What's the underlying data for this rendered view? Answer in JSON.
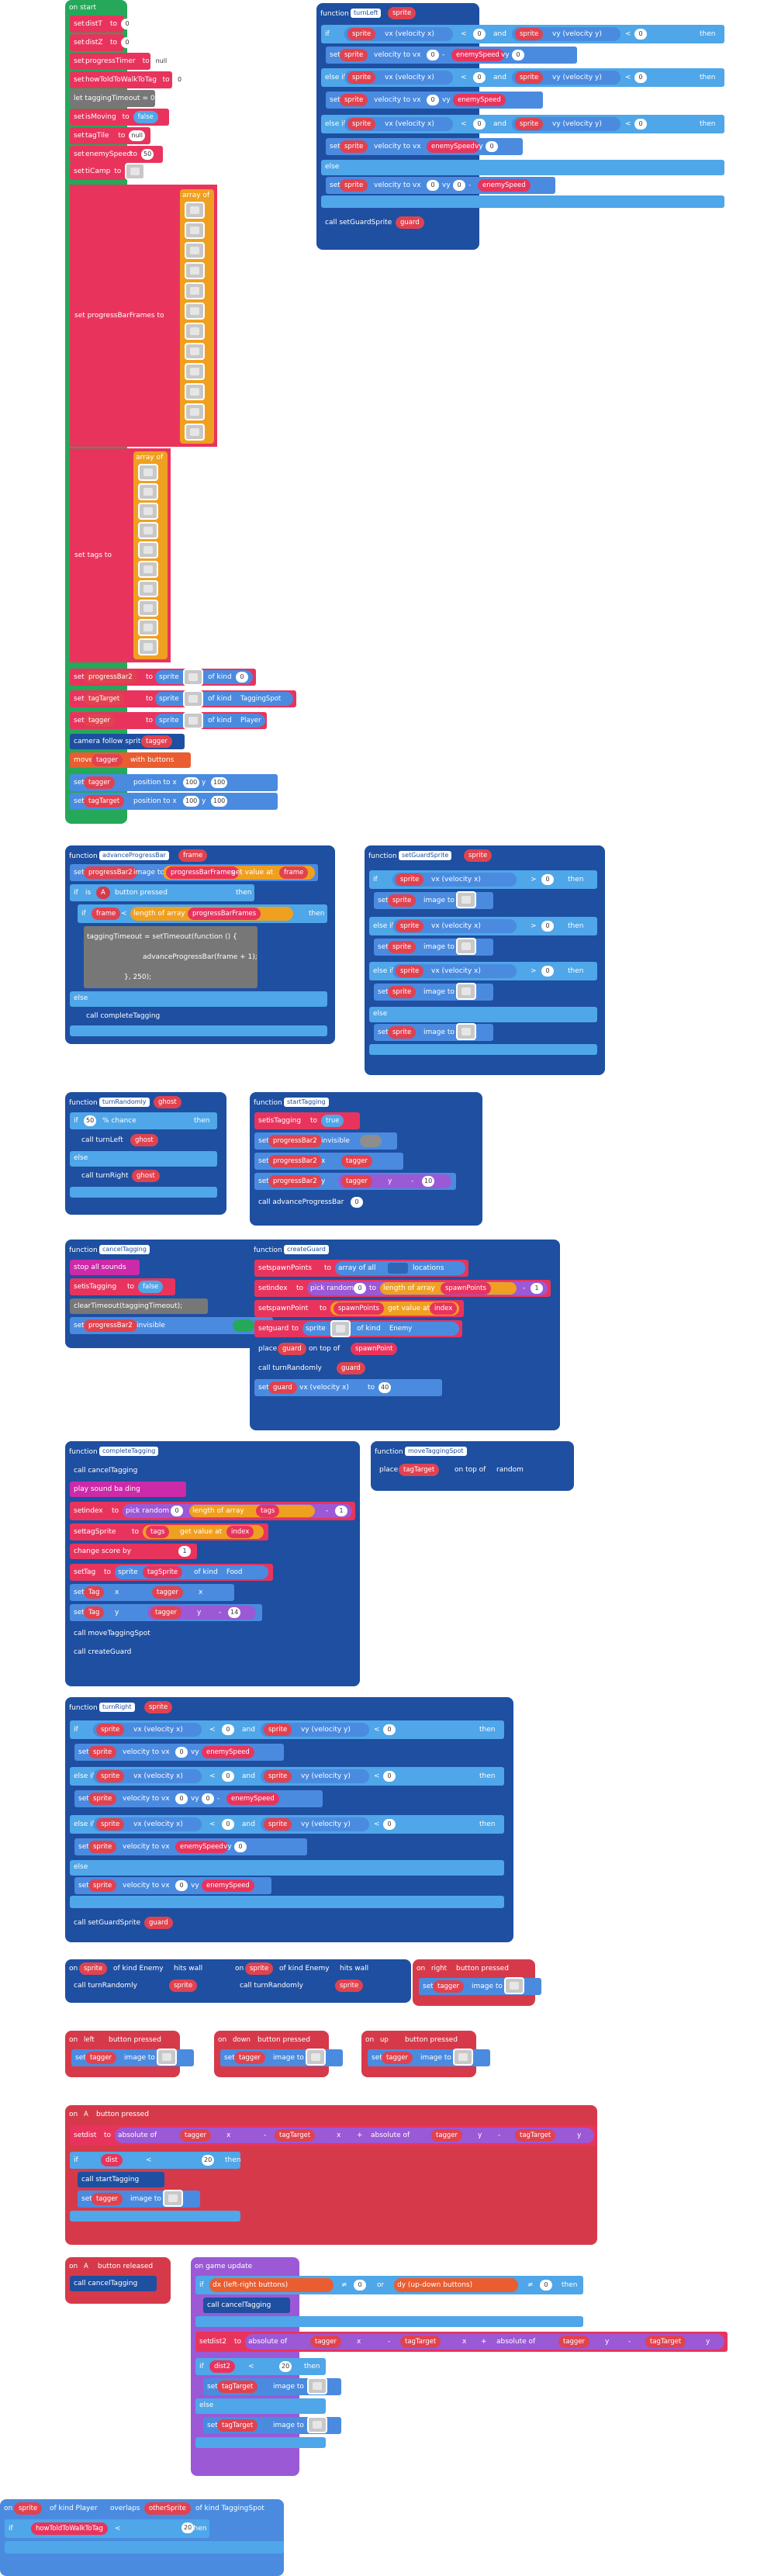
{
  "colors": {
    "loops": "#25a85a",
    "variables": "#e8345d",
    "sprites": "#4a8be0",
    "functions": "#1e4fa1",
    "logic": "#4fa6e8",
    "arrays": "#f0a020",
    "math": "#9b59d6",
    "music": "#cc2aa8",
    "controller": "#d63a4a"
  },
  "on_start": {
    "title": "on start",
    "rows": [
      {
        "set": "set",
        "var": "distT",
        "to": "to",
        "val": "0"
      },
      {
        "set": "set",
        "var": "distZ",
        "to": "to",
        "val": "0"
      },
      {
        "set": "set",
        "var": "progressTimer",
        "to": "to",
        "val": "null"
      },
      {
        "set": "set",
        "var": "howToldToWalkToTag",
        "to": "to",
        "val": "0"
      },
      {
        "text": "let taggingTimeout = 0"
      },
      {
        "set": "set",
        "var": "isMoving",
        "to": "to",
        "val": "false"
      },
      {
        "set": "set",
        "var": "tagTile",
        "to": "to",
        "val": "null"
      },
      {
        "set": "set",
        "var": "enemySpeed",
        "to": "to",
        "val": "50"
      },
      {
        "set": "set",
        "var": "tiCamp",
        "to": "to"
      }
    ],
    "progressBarFrames": {
      "label": "set  progressBarFrames  to",
      "array": "array of"
    },
    "tags": {
      "label": "set  tags  to",
      "array": "array of"
    },
    "progressBar2": {
      "set": "set",
      "var": "progressBar2",
      "to": "to",
      "sprite": "sprite",
      "ofkind": "of kind",
      "kind": "0"
    },
    "tagTarget": {
      "set": "set",
      "var": "tagTarget",
      "to": "to",
      "sprite": "sprite",
      "ofkind": "of kind",
      "kind": "TaggingSpot"
    },
    "tagger": {
      "set": "set",
      "var": "tagger",
      "to": "to",
      "sprite": "sprite",
      "ofkind": "of kind",
      "kind": "Player"
    },
    "camera": {
      "text": "camera follow sprite",
      "var": "tagger"
    },
    "move": {
      "text": "move",
      "var": "tagger",
      "with": "with buttons"
    },
    "pos1": {
      "set": "set",
      "var": "tagger",
      "text": "position to x",
      "x": "100",
      "y": "y",
      "yv": "100"
    },
    "pos2": {
      "set": "set",
      "var": "tagTarget",
      "text": "position to x",
      "x": "100",
      "y": "y",
      "yv": "100"
    }
  },
  "turnLeft": {
    "function": "function",
    "name": "turnLeft",
    "param": "sprite",
    "if": "if",
    "sprite": "sprite",
    "vx": "vx (velocity x)",
    "lt": "<",
    "zero": "0",
    "and": "and",
    "vy": "vy (velocity y)",
    "then": "then",
    "elseif": "else if",
    "else": "else",
    "setsprite": "set",
    "velocity": "velocity to vx",
    "minus": "-",
    "speed": "enemySpeed",
    "vyl": "vy",
    "call": "call setGuardSprite",
    "guard": "guard"
  },
  "advanceProgressBar": {
    "function": "function",
    "name": "advanceProgressBar",
    "param": "frame",
    "set": "set",
    "var": "progressBar2",
    "image": "image to",
    "arr": "progressBarFrames",
    "getv": "get value at",
    "idx": "frame",
    "if": "if",
    "isA": "is",
    "btn": "A",
    "pressed": "button pressed",
    "then": "then",
    "if2": "if",
    "frame": "frame",
    "lt": "<",
    "lenof": "length of array",
    "arr2": "progressBarFrames",
    "code1": "taggingTimeout = setTimeout(function () {",
    "code2": "advanceProgressBar(frame + 1);",
    "code3": "}, 250);",
    "else": "else",
    "call": "call completeTagging"
  },
  "setGuardSprite": {
    "function": "function",
    "name": "setGuardSprite",
    "param": "sprite",
    "if": "if",
    "sprite": "sprite",
    "vx": "vx (velocity x)",
    "gt": ">",
    "zero": "0",
    "then": "then",
    "set": "set",
    "img": "image to",
    "elseif": "else if",
    "vy": "vy (velocity y)",
    "else": "else"
  },
  "turnRandomly": {
    "function": "function",
    "name": "turnRandomly",
    "param": "ghost",
    "if": "if",
    "chance": "50",
    "pct": "% chance",
    "then": "then",
    "callL": "call turnLeft",
    "ghost": "ghost",
    "else": "else",
    "callR": "call turnRight"
  },
  "startTagging": {
    "function": "function",
    "name": "startTagging",
    "set1": "set",
    "var1": "isTagging",
    "to": "to",
    "val1": "true",
    "var2": "progressBar2",
    "invisible": "invisible",
    "var3": "progressBar2",
    "x": "x",
    "tovar": "tagger",
    "var4": "progressBar2",
    "y": "y",
    "minus": "-",
    "n": "10",
    "call": "call advanceProgressBar",
    "arg": "0"
  },
  "cancelTagging": {
    "function": "function",
    "name": "cancelTagging",
    "stop": "stop all sounds",
    "set": "set",
    "var": "isTagging",
    "to": "to",
    "val": "false",
    "clear": "clearTimeout(taggingTimeout);",
    "var2": "progressBar2",
    "invisible": "invisible"
  },
  "createGuard": {
    "function": "function",
    "name": "createGuard",
    "set1": "set",
    "var1": "spawnPoints",
    "to": "to",
    "arr": "array of all",
    "loc": "locations",
    "var2": "index",
    "pick": "pick random",
    "zero": "0",
    "to2": "to",
    "lenof": "length of array",
    "sp": "spawnPoints",
    "minus": "-",
    "one": "1",
    "var3": "spawnPoint",
    "sp2": "spawnPoints",
    "getv": "get value at",
    "idx": "index",
    "var4": "guard",
    "sprite": "sprite",
    "ofkind": "of kind",
    "kind": "Enemy",
    "place": "place",
    "g": "guard",
    "ontop": "on top of",
    "sp3": "spawnPoint",
    "call": "call turnRandomly",
    "arg": "guard",
    "set5": "set",
    "g5": "guard",
    "vx": "vx (velocity x)",
    "to5": "to",
    "v": "40"
  },
  "completeTagging": {
    "function": "function",
    "name": "completeTagging",
    "call": "call cancelTagging",
    "play": "play sound ba ding",
    "set": "set",
    "idx": "index",
    "to": "to",
    "pick": "pick random",
    "zero": "0",
    "lenof": "length of array",
    "tags": "tags",
    "minus": "-",
    "one": "1",
    "tagSprite": "tagSprite",
    "getv": "get value at",
    "index": "index",
    "score": "change score by",
    "sv": "1",
    "tag": "Tag",
    "sprite": "sprite",
    "ofkind": "of kind",
    "food": "Food",
    "x": "x",
    "tagger": "tagger",
    "y": "y",
    "n": "14",
    "call2": "call moveTaggingSpot",
    "call3": "call createGuard"
  },
  "moveTaggingSpot": {
    "function": "function",
    "name": "moveTaggingSpot",
    "place": "place",
    "var": "tagTarget",
    "ontop": "on top of",
    "random": "random"
  },
  "turnRight": {
    "function": "function",
    "name": "turnRight",
    "param": "sprite",
    "if": "if",
    "sprite": "sprite",
    "vx": "vx (velocity x)",
    "lt": "<",
    "zero": "0",
    "and": "and",
    "vy": "vy (velocity y)",
    "then": "then",
    "set": "set",
    "velocity": "velocity to vx",
    "speed": "enemySpeed",
    "vyl": "vy",
    "minus": "-",
    "elseif": "else if",
    "else": "else",
    "call": "call setGuardSprite",
    "guard": "guard"
  },
  "events": {
    "hitwall1": {
      "on": "on",
      "sprite": "sprite",
      "kind": "of kind Enemy",
      "hits": "hits wall",
      "call": "call turnRandomly",
      "arg": "sprite"
    },
    "hitwall2": {
      "on": "on",
      "sprite": "sprite",
      "kind": "of kind Enemy",
      "hits": "hits wall",
      "call": "call turnRandomly",
      "arg": "sprite"
    },
    "right": {
      "on": "on",
      "btn": "right",
      "pressed": "button pressed",
      "set": "set",
      "var": "tagger",
      "img": "image to"
    },
    "left": {
      "on": "on",
      "btn": "left",
      "pressed": "button pressed",
      "set": "set",
      "var": "tagger",
      "img": "image to"
    },
    "down": {
      "on": "on",
      "btn": "down",
      "pressed": "button pressed",
      "set": "set",
      "var": "tagger",
      "img": "image to"
    },
    "up": {
      "on": "on",
      "btn": "up",
      "pressed": "button pressed",
      "set": "set",
      "var": "tagger",
      "img": "image to"
    }
  },
  "onA": {
    "on": "on",
    "btn": "A",
    "pressed": "button pressed",
    "set": "set",
    "dist": "dist",
    "to": "to",
    "abs": "absolute of",
    "tagger": "tagger",
    "x": "x",
    "minus": "-",
    "target": "tagTarget",
    "plus": "+",
    "y": "y",
    "if": "if",
    "lt": "<",
    "n": "20",
    "then": "then",
    "call": "call startTagging",
    "img": "image to"
  },
  "onARel": {
    "on": "on",
    "btn": "A",
    "released": "button released",
    "call": "call cancelTagging"
  },
  "update": {
    "title": "on game update",
    "if": "if",
    "dx": "dx (left-right buttons)",
    "ne": "≠",
    "zero": "0",
    "or": "or",
    "dy": "dy (up-down buttons)",
    "then": "then",
    "call": "call cancelTagging",
    "set": "set",
    "dist2": "dist2",
    "to": "to",
    "abs": "absolute of",
    "tagger": "tagger",
    "x": "x",
    "minus": "-",
    "target": "tagTarget",
    "plus": "+",
    "y": "y",
    "lt": "<",
    "n": "20",
    "img": "image to",
    "else": "else"
  },
  "overlap": {
    "on": "on",
    "sprite": "sprite",
    "kind": "of kind Player",
    "overlaps": "overlaps",
    "other": "otherSprite",
    "kind2": "of kind TaggingSpot",
    "if": "if",
    "var": "howToldToWalkToTag",
    "lt": "<",
    "n": "20",
    "then": "then"
  }
}
